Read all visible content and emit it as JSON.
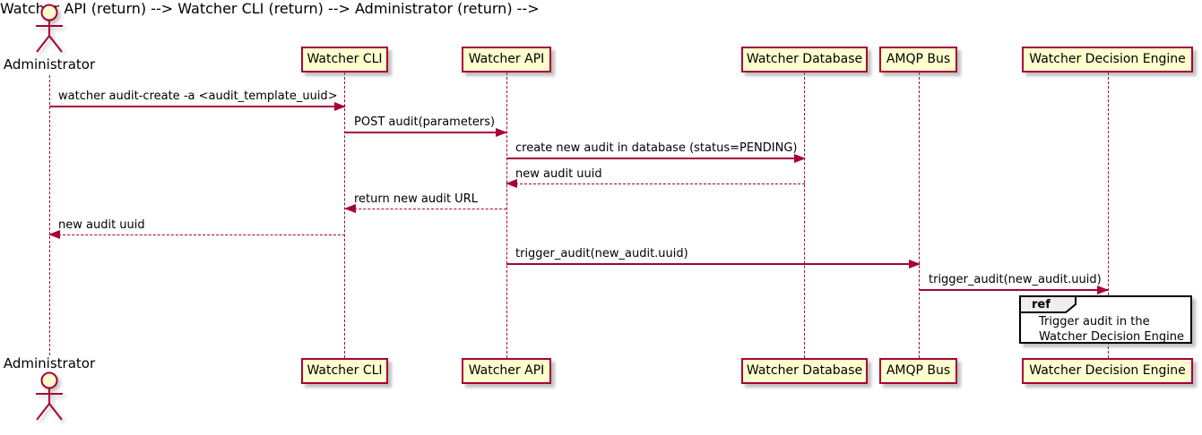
{
  "diagram": {
    "type": "uml-sequence-diagram",
    "background": "#FFFFFF"
  },
  "colors": {
    "participant_fill": "#FEFECE",
    "participant_border": "#A80036",
    "lifeline": "#A80036",
    "arrow": "#A80036",
    "text": "#000000",
    "ref_border": "#000000",
    "ref_tab_fill": "#EEEEEE"
  },
  "actor": {
    "label": "Administrator"
  },
  "participants": [
    {
      "label": "Watcher CLI"
    },
    {
      "label": "Watcher API"
    },
    {
      "label": "Watcher Database"
    },
    {
      "label": "AMQP Bus"
    },
    {
      "label": "Watcher Decision Engine"
    }
  ],
  "messages": [
    {
      "from": "Administrator",
      "to": "Watcher CLI",
      "style": "solid",
      "text": "watcher audit-create -a <audit_template_uuid>"
    },
    {
      "from": "Watcher CLI",
      "to": "Watcher API",
      "style": "solid",
      "text": "POST audit(parameters)"
    },
    {
      "from": "Watcher API",
      "to": "Watcher Database",
      "style": "solid",
      "text": "create new audit in database (status=PENDING)"
    },
    {
      "from": "Watcher Database",
      "to": "Watcher API",
      "style": "dashed",
      "text": "new audit uuid"
    },
    {
      "from": "Watcher API",
      "to": "Watcher CLI",
      "style": "dashed",
      "text": "return new audit URL"
    },
    {
      "from": "Watcher CLI",
      "to": "Administrator",
      "style": "dashed",
      "text": "new audit uuid"
    },
    {
      "from": "Watcher API",
      "to": "AMQP Bus",
      "style": "solid",
      "text": "trigger_audit(new_audit.uuid)"
    },
    {
      "from": "AMQP Bus",
      "to": "Watcher Decision Engine",
      "style": "solid",
      "text": "trigger_audit(new_audit.uuid)"
    }
  ],
  "ref": {
    "keyword": "ref",
    "line1": "Trigger audit in the",
    "line2": "Watcher Decision Engine"
  }
}
